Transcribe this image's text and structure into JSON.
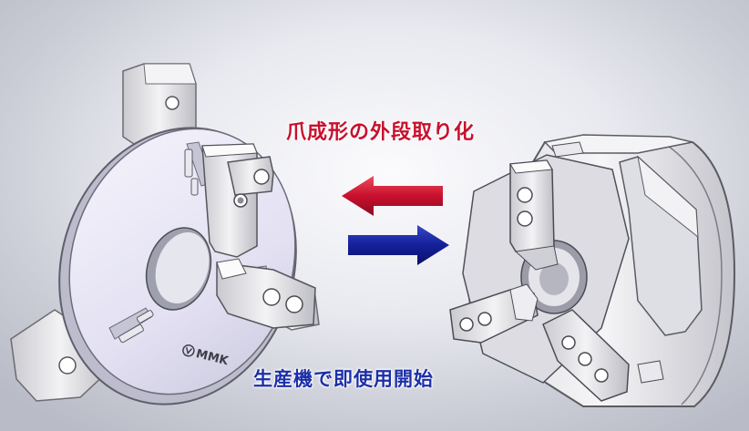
{
  "captions": {
    "top": "爪成形の外段取り化",
    "bottom": "生産機で即使用開始"
  },
  "logo": {
    "text": "MMK"
  },
  "colors": {
    "top_caption": "#c8102e",
    "bottom_caption": "#1d2fa8",
    "red_arrow": "#c8102e",
    "blue_arrow": "#101a8c",
    "chuck_face": "#ecebf7",
    "steel": "#d7d7dc"
  },
  "icons": [
    "chuck-forming-station",
    "arrow-left",
    "arrow-right",
    "lathe-chuck"
  ]
}
